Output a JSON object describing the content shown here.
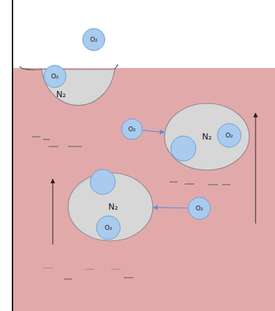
{
  "diagram": {
    "nodes": [
      {
        "text": [
          "O₂"
        ]
      },
      {
        "text": [
          "N₂"
        ]
      },
      {
        "text": [
          "O₂"
        ],
        "in": 1
      },
      {
        "text": [
          "O₂"
        ]
      },
      {
        "text": [
          "N₂"
        ]
      },
      {
        "text": [
          "O₂"
        ],
        "in": 4
      },
      {
        "text": [
          "N₂"
        ]
      },
      {
        "text": [
          "O₂"
        ],
        "in": 6
      },
      {
        "text": [
          "O₂"
        ]
      }
    ],
    "edges": [
      {
        "from": 3,
        "to": 4,
        "arrow": "to"
      },
      {
        "from": 8,
        "to": 6,
        "arrow": "to"
      }
    ]
  }
}
